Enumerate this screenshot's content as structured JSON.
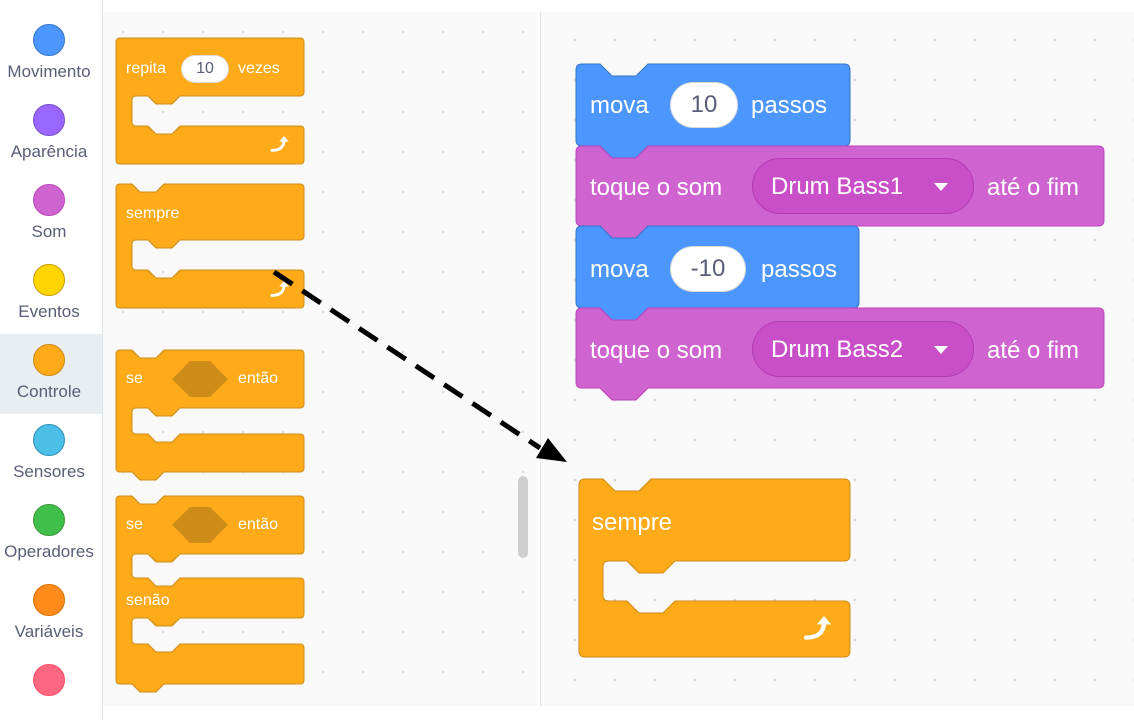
{
  "categories": [
    {
      "label": "Movimento",
      "color": "#4c97ff",
      "border": "#3373cc"
    },
    {
      "label": "Aparência",
      "color": "#9966ff",
      "border": "#774dcb"
    },
    {
      "label": "Som",
      "color": "#cf63cf",
      "border": "#bd42bd"
    },
    {
      "label": "Eventos",
      "color": "#ffd500",
      "border": "#cc9900"
    },
    {
      "label": "Controle",
      "color": "#ffab19",
      "border": "#cf8b17",
      "active": true
    },
    {
      "label": "Sensores",
      "color": "#4cbfe6",
      "border": "#2e8eb8"
    },
    {
      "label": "Operadores",
      "color": "#40bf4a",
      "border": "#389438"
    },
    {
      "label": "Variáveis",
      "color": "#ff8c1a",
      "border": "#db6e00"
    },
    {
      "label": "",
      "color": "#ff6680",
      "border": "#ff4d6a"
    }
  ],
  "palette": {
    "repeat": {
      "prefix": "repita",
      "count": "10",
      "suffix": "vezes"
    },
    "forever": {
      "label": "sempre"
    },
    "if_then": {
      "prefix": "se",
      "suffix": "então"
    },
    "if_else": {
      "prefix": "se",
      "suffix": "então",
      "else_label": "senão"
    }
  },
  "script": {
    "move1": {
      "prefix": "mova",
      "value": "10",
      "suffix": "passos"
    },
    "sound1": {
      "prefix": "toque o som",
      "sound": "Drum Bass1",
      "suffix": "até o fim"
    },
    "move2": {
      "prefix": "mova",
      "value": "-10",
      "suffix": "passos"
    },
    "sound2": {
      "prefix": "toque o som",
      "sound": "Drum Bass2",
      "suffix": "até o fim"
    }
  },
  "dropped": {
    "label": "sempre"
  },
  "colors": {
    "control": "#ffab19",
    "control_border": "#cf8b17",
    "motion": "#4c97ff",
    "motion_border": "#3373cc",
    "sound": "#cf63cf",
    "sound_border": "#bd42bd",
    "sound_dropdown": "#c94fc9",
    "hexagon": "#cf8b17"
  },
  "icons": {
    "loop": "loop-arrow-icon",
    "dropdown": "caret-down-icon",
    "drag_hint": "dashed-arrow"
  }
}
